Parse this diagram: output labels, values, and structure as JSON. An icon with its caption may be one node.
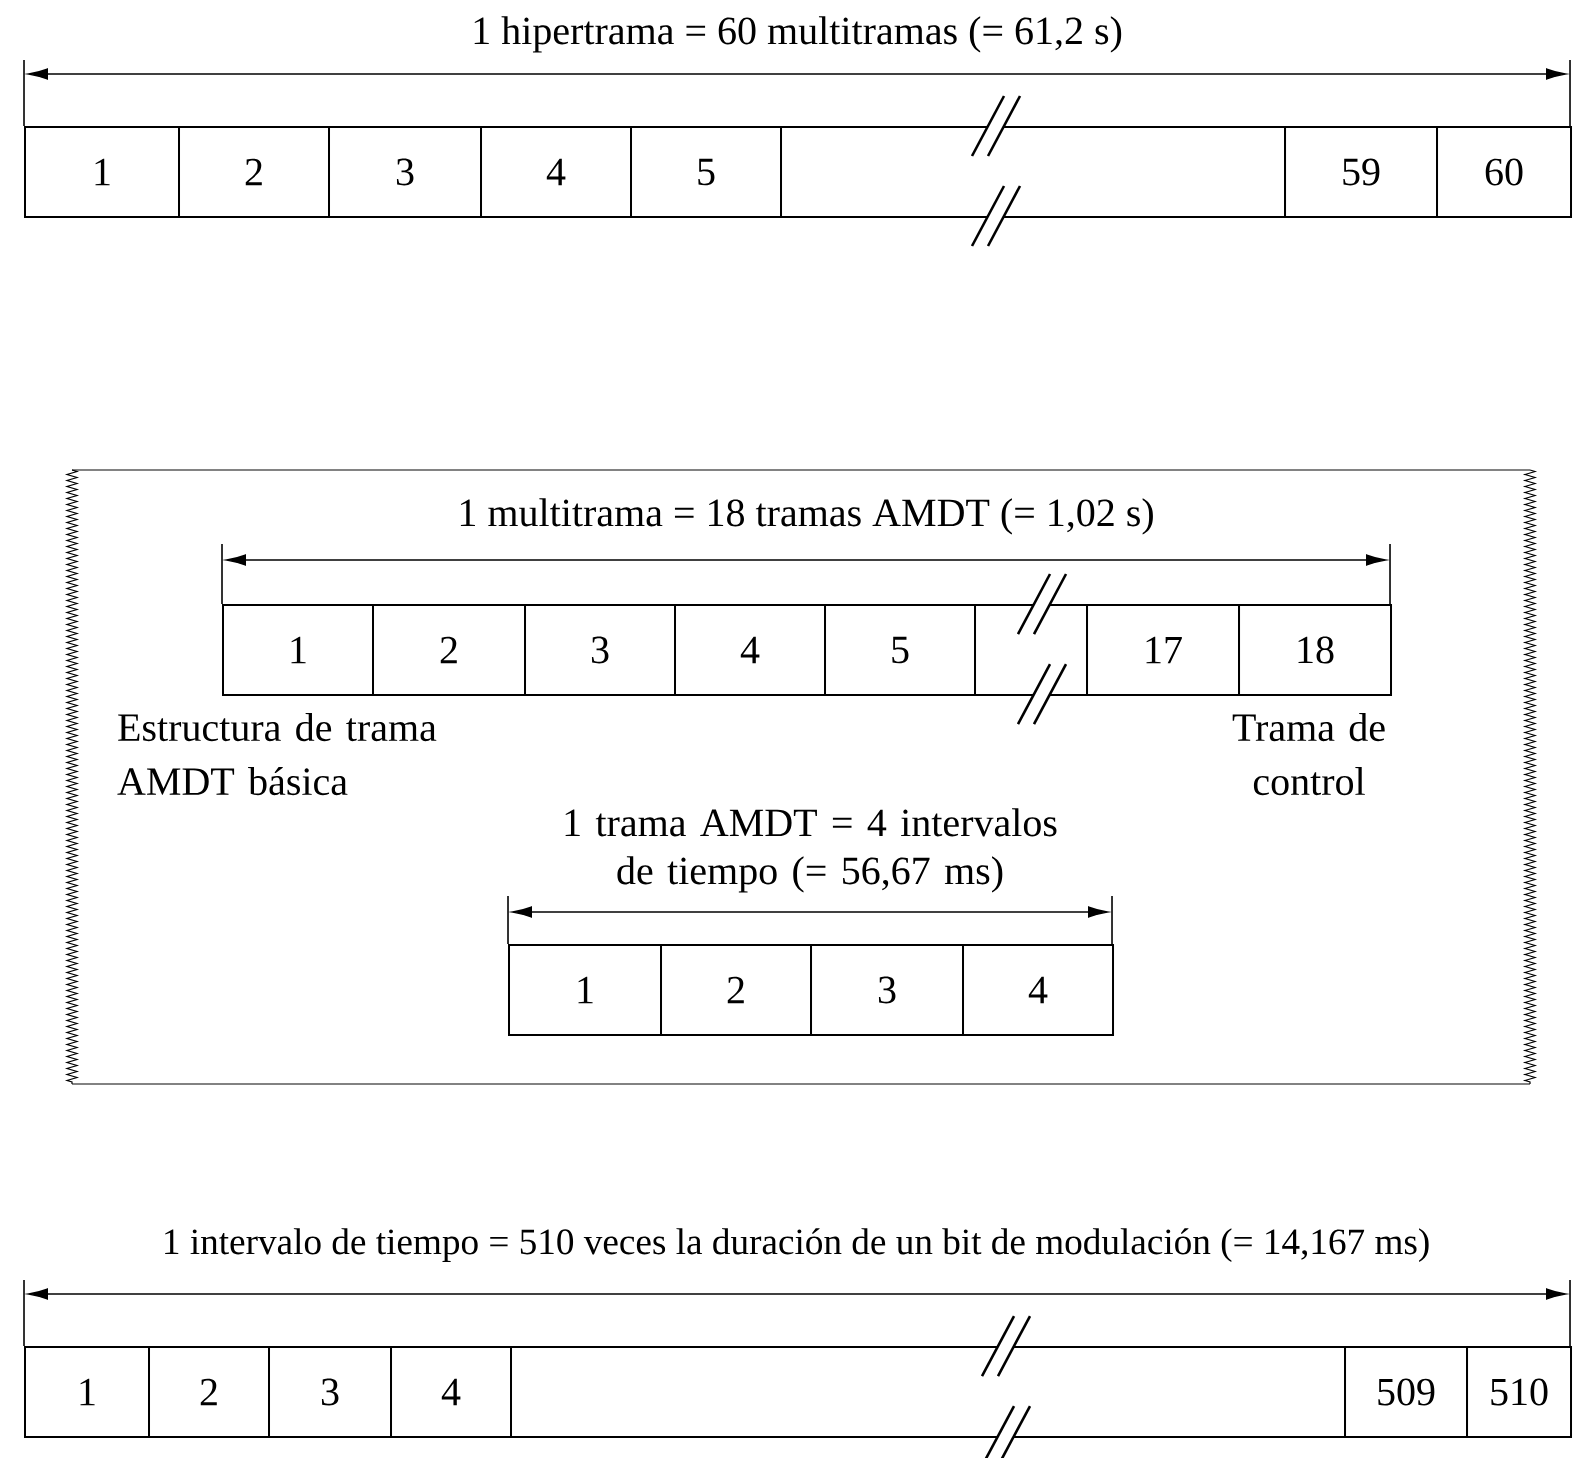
{
  "diagram": {
    "nodes": [
      {
        "text": [
          "1"
        ]
      },
      {
        "text": [
          "2"
        ]
      },
      {
        "text": [
          "3"
        ]
      },
      {
        "text": [
          "4"
        ]
      },
      {
        "text": [
          "5"
        ]
      },
      {
        "text": [],
        "shape": "box"
      },
      {
        "text": [
          "59"
        ]
      },
      {
        "text": [
          "60"
        ]
      },
      {
        "text": [],
        "shape": "box"
      },
      {
        "text": [
          "1"
        ],
        "in": 8,
        "beside": [
          "Estructura de trama AMDT básica"
        ]
      },
      {
        "text": [
          "2"
        ],
        "in": 8
      },
      {
        "text": [
          "3"
        ],
        "in": 8
      },
      {
        "text": [
          "4"
        ],
        "in": 8
      },
      {
        "text": [
          "5"
        ],
        "in": 8
      },
      {
        "text": [],
        "shape": "box",
        "in": 8
      },
      {
        "text": [
          "17"
        ],
        "in": 8
      },
      {
        "text": [
          "18"
        ],
        "in": 8,
        "beside": [
          "Trama de control"
        ]
      },
      {
        "text": [
          "1"
        ],
        "in": 8
      },
      {
        "text": [
          "2"
        ],
        "in": 8
      },
      {
        "text": [
          "3"
        ],
        "in": 8
      },
      {
        "text": [
          "4"
        ],
        "in": 8
      },
      {
        "text": [
          "1"
        ]
      },
      {
        "text": [
          "2"
        ]
      },
      {
        "text": [
          "3"
        ]
      },
      {
        "text": [
          "4"
        ]
      },
      {
        "text": [],
        "shape": "box"
      },
      {
        "text": [
          "509"
        ]
      },
      {
        "text": [
          "510"
        ]
      }
    ],
    "labels": [
      "1 hipertrama = 60 multitramas (= 61,2 s)",
      "1 multitrama = 18 tramas AMDT (= 1,02 s)",
      "1 trama AMDT = 4 intervalos de tiempo (= 56,67 ms)",
      "1 intervalo de tiempo = 510 veces la duración de un bit de modulación (= 14,167 ms)"
    ]
  }
}
